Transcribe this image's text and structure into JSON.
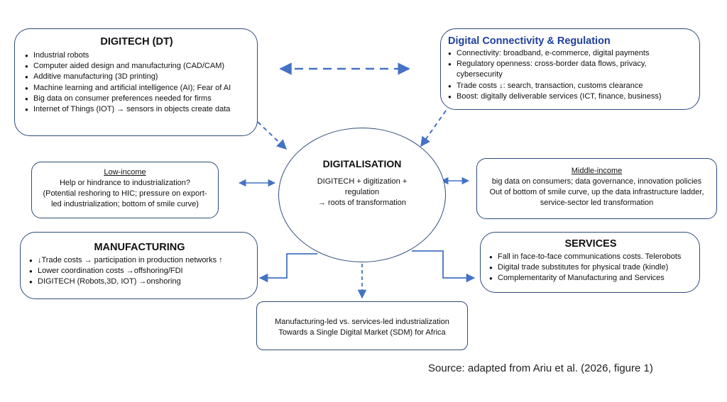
{
  "digitech": {
    "title": "DIGITECH (DT)",
    "items": [
      "Industrial robots",
      "Computer aided design and manufacturing (CAD/CAM)",
      "Additive manufacturing (3D printing)",
      "Machine learning and artificial intelligence (AI); Fear of AI",
      "Big data on consumer preferences needed for firms",
      "Internet of Things (IOT) → sensors in objects create data"
    ]
  },
  "connectivity": {
    "title": "Digital Connectivity & Regulation",
    "title_color": "#1f3f9c",
    "items": [
      "Connectivity: broadband, e-commerce, digital payments",
      "Regulatory openness: cross-border data flows, privacy, cybersecurity",
      "Trade costs ↓: search, transaction, customs clearance",
      "Boost: digitally deliverable services (ICT, finance, business)"
    ]
  },
  "digitalisation": {
    "title": "DIGITALISATION",
    "lines": [
      "DIGITECH + digitization +",
      "regulation",
      "→ roots of transformation"
    ]
  },
  "low_income": {
    "heading": "Low-income",
    "lines": [
      "Help or hindrance to industrialization?",
      "(Potential reshoring to HIC; pressure on export-",
      "led industrialization; bottom of smile curve)"
    ]
  },
  "middle_income": {
    "heading": "Middle-income",
    "lines": [
      "big data on consumers; data governance, innovation policies",
      "Out of bottom of smile curve, up the data infrastructure ladder,",
      "service-sector led transformation"
    ]
  },
  "manufacturing": {
    "title": "MANUFACTURING",
    "items": [
      "↓Trade costs → participation in production networks ↑",
      "Lower coordination costs →offshoring/FDI",
      "DIGITECH (Robots,3D, IOT) →onshoring"
    ]
  },
  "services": {
    "title": "SERVICES",
    "items": [
      "Fall in face-to-face communications costs. Telerobots",
      "Digital trade substitutes for physical trade (kindle)",
      "Complementarity of Manufacturing and Services"
    ]
  },
  "outcome": {
    "lines": [
      "Manufacturing-led vs. services-led industrialization",
      "Towards a Single Digital Market (SDM) for Africa"
    ]
  },
  "source": "Source: adapted from Ariu et al. (2026, figure 1)",
  "colors": {
    "arrow": "#4472c4",
    "border": "#2f4b7c"
  }
}
